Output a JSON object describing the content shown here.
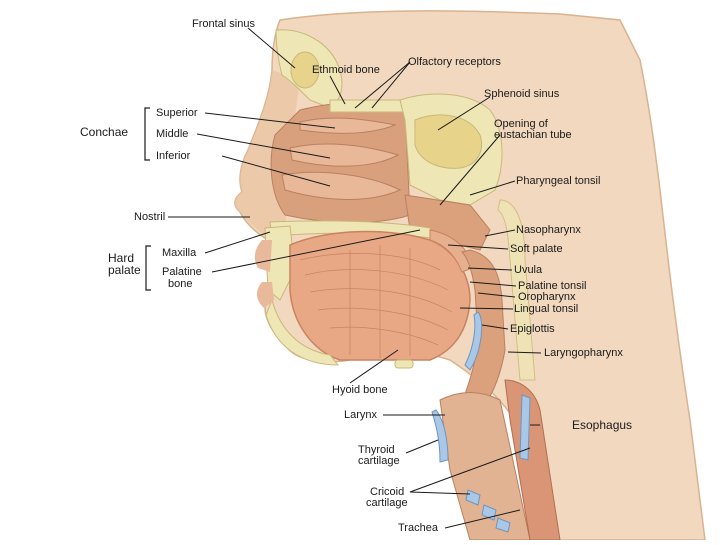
{
  "labels": {
    "frontal_sinus": "Frontal sinus",
    "ethmoid_bone": "Ethmoid bone",
    "olfactory_receptors": "Olfactory receptors",
    "sphenoid_sinus": "Sphenoid sinus",
    "opening_eustachian_1": "Opening of",
    "opening_eustachian_2": "eustachian tube",
    "conchae": "Conchae",
    "superior": "Superior",
    "middle": "Middle",
    "inferior": "Inferior",
    "pharyngeal_tonsil": "Pharyngeal tonsil",
    "nostril": "Nostril",
    "nasopharynx": "Nasopharynx",
    "soft_palate": "Soft palate",
    "hard_1": "Hard",
    "hard_2": "palate",
    "maxilla": "Maxilla",
    "palatine_1": "Palatine",
    "palatine_2": "bone",
    "uvula": "Uvula",
    "palatine_tonsil": "Palatine tonsil",
    "oropharynx": "Oropharynx",
    "lingual_tonsil": "Lingual tonsil",
    "epiglottis": "Epiglottis",
    "laryngopharynx": "Laryngopharynx",
    "hyoid_bone": "Hyoid bone",
    "larynx": "Larynx",
    "esophagus": "Esophagus",
    "thyroid_1": "Thyroid",
    "thyroid_2": "cartilage",
    "cricoid_1": "Cricoid",
    "cricoid_2": "cartilage",
    "trachea": "Trachea"
  },
  "colors": {
    "skin": "#f2d8bf",
    "skin_dark": "#e3b995",
    "bone": "#efe6b5",
    "bone_outline": "#c9b77a",
    "muscle": "#e8a886",
    "muscle_line": "#c9825f",
    "cartilage": "#a9c7e6",
    "airway": "#dba07c",
    "line": "#1a1a1a"
  }
}
